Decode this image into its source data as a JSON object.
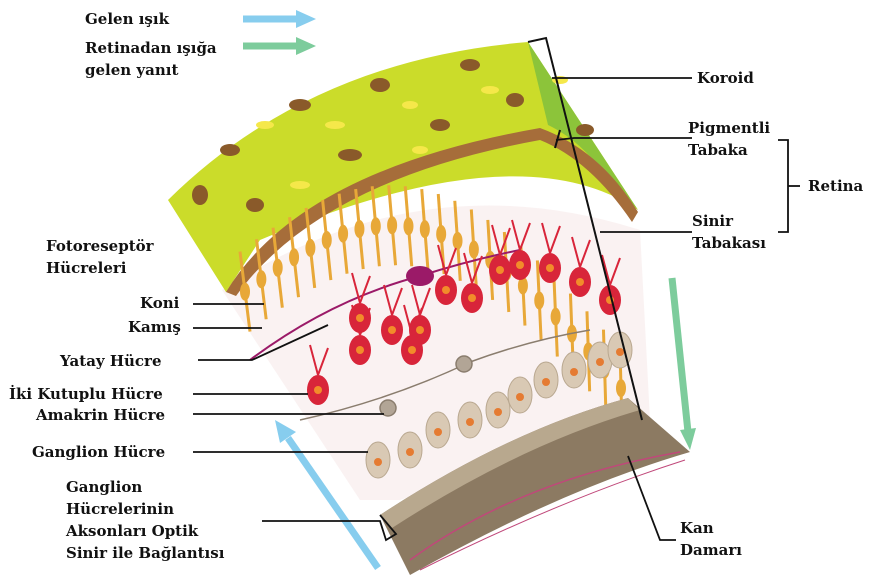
{
  "legend": {
    "incoming_light": {
      "text": "Gelen ışık",
      "color": "#87cdee"
    },
    "retina_response": {
      "text": [
        "Retinadan ışığa",
        "gelen yanıt"
      ],
      "color": "#7dcc9c"
    }
  },
  "labels": {
    "choroid": "Koroid",
    "pigment_layer": [
      "Pigmentli",
      "Tabaka"
    ],
    "retina": "Retina",
    "nerve_layer": [
      "Sinir",
      "Tabakası"
    ],
    "photoreceptors": [
      "Fotoreseptör",
      "Hücreleri"
    ],
    "cone": "Koni",
    "rod": "Kamış",
    "horizontal_cell": "Yatay Hücre",
    "bipolar_cell": "İki Kutuplu Hücre",
    "amacrine_cell": "Amakrin Hücre",
    "ganglion_cell": "Ganglion Hücre",
    "ganglion_axons": [
      "Ganglion",
      "Hücrelerinin",
      "Aksonları Optik",
      "Sinir ile Bağlantısı"
    ],
    "blood_vessel": [
      "Kan",
      "Damarı"
    ]
  },
  "colors": {
    "choroid": "#cbdc2a",
    "pigment": "#a66d3a",
    "photoreceptor": "#e8a838",
    "bipolar": "#d8253a",
    "horizontal": "#9b1a68",
    "ganglion": "#d9c9b4",
    "nerve_fiber": "#8c7a62"
  },
  "icons": [
    "arrow-icon"
  ]
}
